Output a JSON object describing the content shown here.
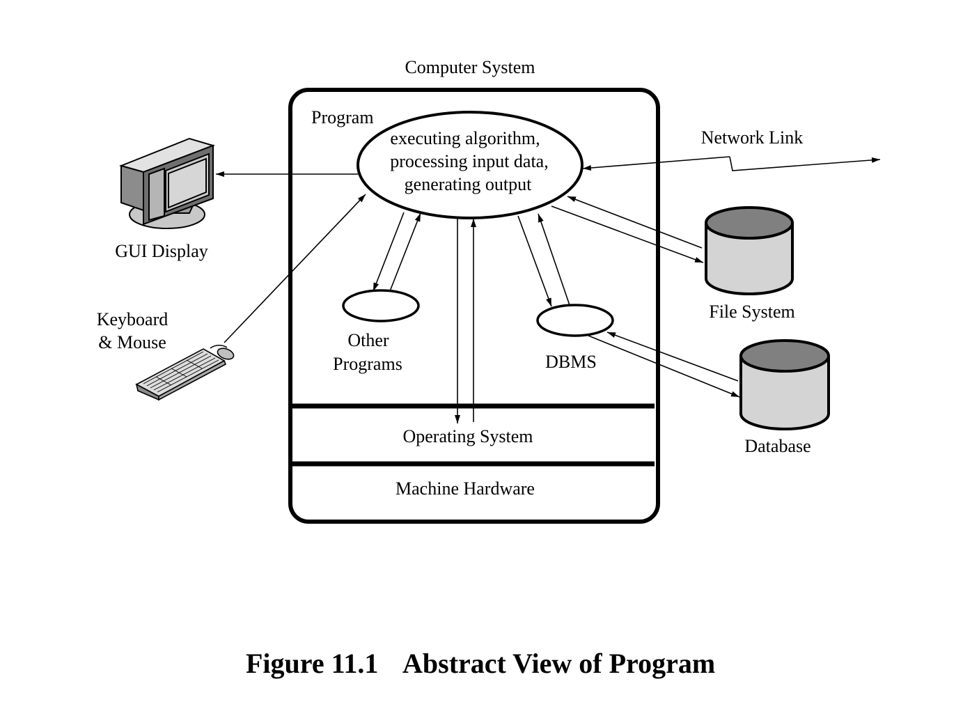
{
  "diagram": {
    "system_title": "Computer System",
    "program_label": "Program",
    "program_lines": [
      "executing algorithm,",
      "processing input data,",
      "generating output"
    ],
    "other_programs": [
      "Other",
      "Programs"
    ],
    "dbms": "DBMS",
    "operating_system": "Operating System",
    "machine_hardware": "Machine Hardware",
    "gui_display": "GUI Display",
    "keyboard_mouse": [
      "Keyboard",
      "& Mouse"
    ],
    "network_link": "Network Link",
    "file_system": "File System",
    "database": "Database"
  },
  "caption": {
    "number": "Figure 11.1",
    "title": "Abstract View of Program"
  },
  "icons": [
    "monitor-icon",
    "keyboard-mouse-icon",
    "file-system-cylinder-icon",
    "database-cylinder-icon"
  ]
}
